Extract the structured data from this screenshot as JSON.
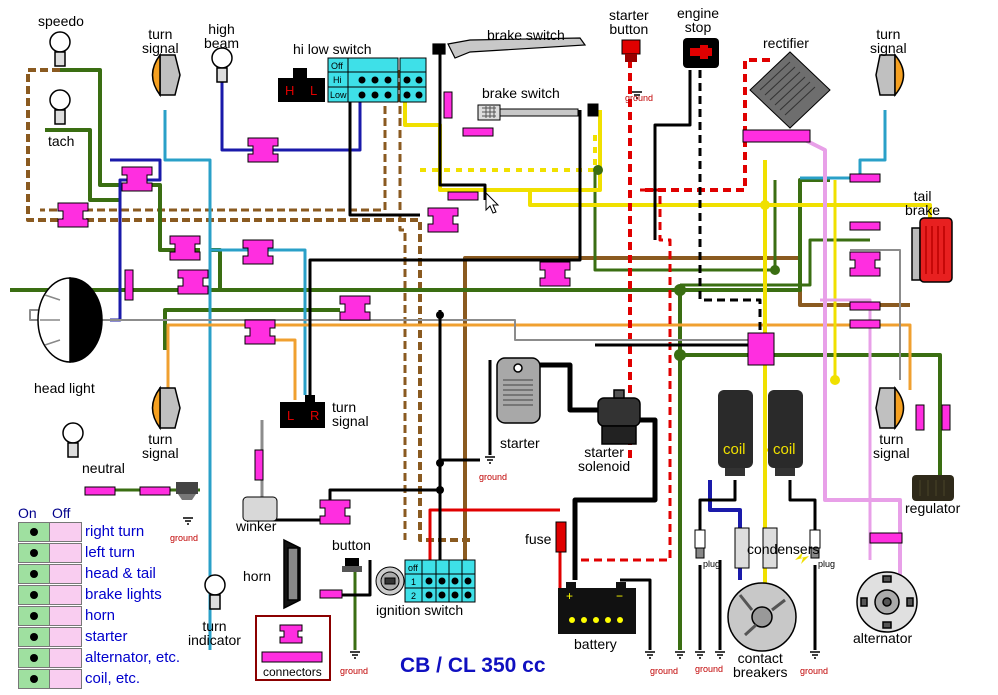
{
  "labels": {
    "speedo": "speedo",
    "tach": "tach",
    "turn_signal_fl": "turn\nsignal",
    "high_beam": "high\nbeam",
    "hi_low_switch": "hi low switch",
    "brake_switch_top": "brake switch",
    "brake_switch_mid": "brake switch",
    "starter_button": "starter\nbutton",
    "engine_stop": "engine\nstop",
    "rectifier": "rectifier",
    "turn_signal_fr": "turn\nsignal",
    "tail_brake": "tail\nbrake",
    "head_light": "head light",
    "turn_signal_rl": "turn\nsignal",
    "turn_signal_ind": "turn\nsignal",
    "starter": "starter",
    "starter_solenoid": "starter\nsolenoid",
    "turn_signal_rr": "turn\nsignal",
    "regulator": "regulator",
    "neutral": "neutral",
    "winker": "winker",
    "horn": "horn",
    "button": "button",
    "fuse": "fuse",
    "condensers": "condensers",
    "ignition_switch": "ignition switch",
    "battery": "battery",
    "contact_breakers": "contact\nbreakers",
    "alternator": "alternator",
    "turn_indicator": "turn\nindicator",
    "connectors": "connectors",
    "coil_left": "coil",
    "coil_right": "coil",
    "plug_left": "plug",
    "plug_right": "plug",
    "ground": "ground"
  },
  "switch_tables": {
    "hi_low": [
      "Off",
      "Hi",
      "Low"
    ],
    "ignition": [
      "off",
      "1",
      "2"
    ],
    "switch_hl_left": "H",
    "switch_hl_right": "L",
    "winker_switch_left": "L",
    "winker_switch_right": "R"
  },
  "legend": {
    "on": "On",
    "off": "Off",
    "items": [
      "right turn",
      "left turn",
      "head & tail",
      "brake lights",
      "horn",
      "starter",
      "alternator, etc.",
      "coil, etc."
    ]
  },
  "title": "CB / CL 350 cc",
  "colors": {
    "black": "#000000",
    "green": "#3a6e12",
    "blue": "#1a1aaa",
    "lightblue": "#2aa0c8",
    "yellow": "#f0e000",
    "brown": "#8a5a20",
    "orange": "#f0a030",
    "red": "#e00000",
    "pink": "#e8a0e8",
    "gray": "#8c8c8c",
    "connector": "#ff2ee0",
    "switchbox": "#3ee0e8",
    "title": "#1010c0"
  }
}
